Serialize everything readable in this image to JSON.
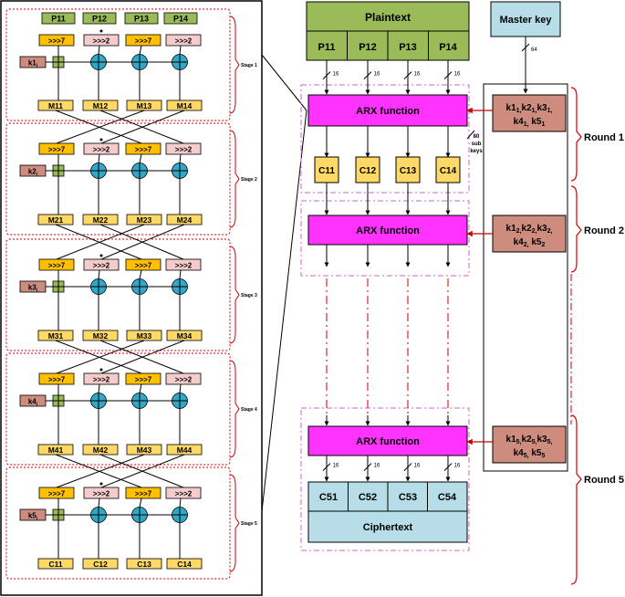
{
  "detail": {
    "stages": [
      {
        "label": "Stage 1",
        "inputs": [
          "P11",
          "P12",
          "P13",
          "P14"
        ],
        "key": "k1",
        "keySub": "i",
        "outputs": [
          "M11",
          "M12",
          "M13",
          "M14"
        ]
      },
      {
        "label": "Stage 2",
        "inputs": [],
        "key": "k2",
        "keySub": "i",
        "outputs": [
          "M21",
          "M22",
          "M23",
          "M24"
        ]
      },
      {
        "label": "Stage 3",
        "inputs": [],
        "key": "k3",
        "keySub": "i",
        "outputs": [
          "M31",
          "M32",
          "M33",
          "M34"
        ]
      },
      {
        "label": "Stage 4",
        "inputs": [],
        "key": "k4",
        "keySub": "i",
        "outputs": [
          "M41",
          "M42",
          "M43",
          "M44"
        ]
      },
      {
        "label": "Stage 5",
        "inputs": [],
        "key": "k5",
        "keySub": "i",
        "outputs": [
          "C11",
          "C12",
          "C13",
          "C14"
        ]
      }
    ],
    "rot_right": ">>>7",
    "rot_left": ">>>2"
  },
  "main": {
    "plaintext_label": "Plaintext",
    "plain_blocks": [
      "P11",
      "P12",
      "P13",
      "P14"
    ],
    "master_key_label": "Master key",
    "master_key_bits": "64",
    "bus_bits": "16",
    "arx_label": "ARX function",
    "sub_keys_note": [
      "80",
      "sub",
      "keys"
    ],
    "round1_outputs": [
      "C11",
      "C12",
      "C13",
      "C14"
    ],
    "cipher_blocks": [
      "C51",
      "C52",
      "C53",
      "C54"
    ],
    "ciphertext_label": "Ciphertext",
    "round_keys": [
      {
        "r": "1",
        "line1": [
          "k1",
          "k2",
          "k3"
        ],
        "line2": [
          "k4",
          "k5"
        ]
      },
      {
        "r": "2",
        "line1": [
          "k1",
          "k2",
          "k3"
        ],
        "line2": [
          "k4",
          "k5"
        ]
      },
      {
        "r": "5",
        "line1": [
          "k1",
          "k2",
          "k3"
        ],
        "line2": [
          "k4",
          "k5"
        ]
      }
    ],
    "round_labels": [
      "Round 1",
      "Round 2",
      "Round 5"
    ]
  },
  "colors": {
    "plain_green": "#9bbb59",
    "yellow": "#ffd966",
    "orange": "#ffc000",
    "pink": "#f4cccc",
    "key_red": "#cd8c7e",
    "xor_blue": "#31a8c8",
    "add_green": "#9bbb59",
    "arx_magenta": "#ff33ff",
    "cipher_blue": "#b7dee8",
    "red_line": "#cc0000"
  }
}
